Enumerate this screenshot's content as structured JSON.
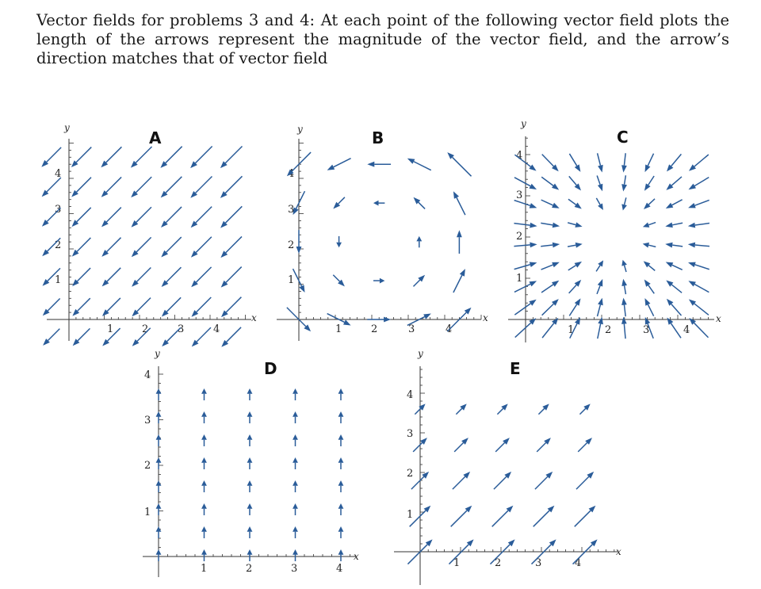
{
  "intro_text": "Vector fields for problems 3 and 4: At each point of the following vector field plots the length of the arrows represent the magnitude of the vector field, and the arrow’s direction matches that of vector field",
  "colors": {
    "arrow": "#2a5c99",
    "axis": "#333333"
  },
  "panels": [
    {
      "label": "A",
      "x_axis_label": "x",
      "y_axis_label": "y",
      "x_ticks": [
        "1",
        "2",
        "3",
        "4"
      ],
      "y_ticks": [
        "1",
        "2",
        "3",
        "4"
      ]
    },
    {
      "label": "B",
      "x_axis_label": "x",
      "y_axis_label": "y",
      "x_ticks": [
        "1",
        "2",
        "3",
        "4"
      ],
      "y_ticks": [
        "1",
        "2",
        "3",
        "4"
      ]
    },
    {
      "label": "C",
      "x_axis_label": "x",
      "y_axis_label": "y",
      "x_ticks": [
        "1",
        "2",
        "3",
        "4"
      ],
      "y_ticks": [
        "1",
        "2",
        "3",
        "4"
      ]
    },
    {
      "label": "D",
      "x_axis_label": "x",
      "y_axis_label": "y",
      "x_ticks": [
        "1",
        "2",
        "3",
        "4"
      ],
      "y_ticks": [
        "1",
        "2",
        "3",
        "4"
      ]
    },
    {
      "label": "E",
      "x_axis_label": "x",
      "y_axis_label": "y",
      "x_ticks": [
        "1",
        "2",
        "3",
        "4"
      ],
      "y_ticks": [
        "1",
        "2",
        "3",
        "4"
      ]
    }
  ]
}
